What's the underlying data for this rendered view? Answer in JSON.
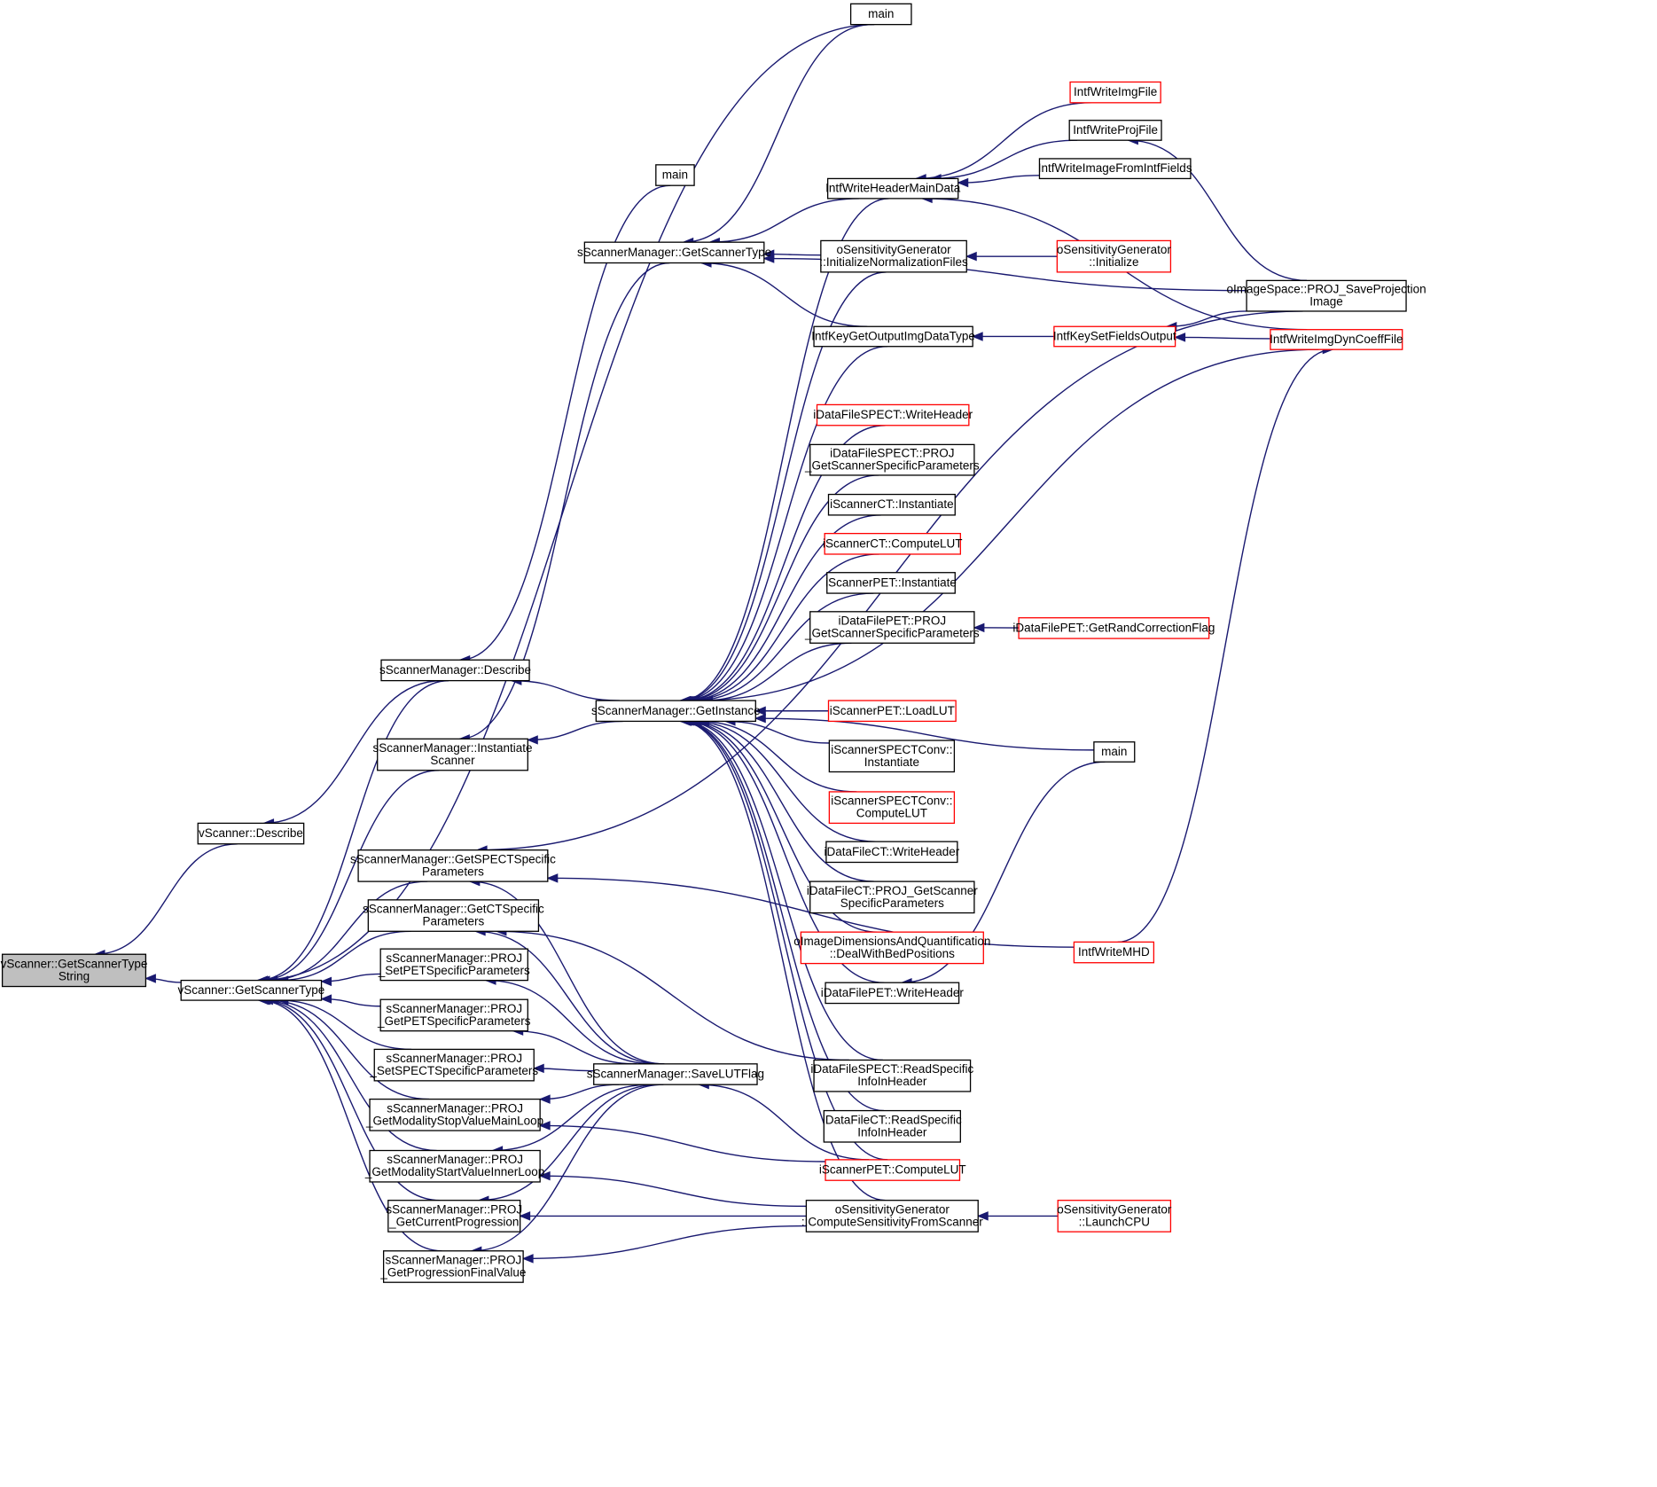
{
  "colors": {
    "edge": "#191970",
    "node_border": "#000000",
    "truncated_border": "#ff0000",
    "root_fill": "#bfbfbf",
    "background": "#ffffff"
  },
  "nodes": [
    {
      "id": "root",
      "lines": [
        "vScanner::GetScannerType",
        "String"
      ],
      "style": "root"
    },
    {
      "id": "vDescribe",
      "lines": [
        "vScanner::Describe"
      ],
      "style": "normal"
    },
    {
      "id": "vGST",
      "lines": [
        "vScanner::GetScannerType"
      ],
      "style": "normal"
    },
    {
      "id": "sDescribe",
      "lines": [
        "sScannerManager::Describe"
      ],
      "style": "normal"
    },
    {
      "id": "sInstantiate",
      "lines": [
        "sScannerManager::Instantiate",
        "Scanner"
      ],
      "style": "normal"
    },
    {
      "id": "sSPECTSpec",
      "lines": [
        "sScannerManager::GetSPECTSpecific",
        "Parameters"
      ],
      "style": "normal"
    },
    {
      "id": "sCTSpec",
      "lines": [
        "sScannerManager::GetCTSpecific",
        "Parameters"
      ],
      "style": "normal"
    },
    {
      "id": "sSetPET",
      "lines": [
        "sScannerManager::PROJ",
        "_SetPETSpecificParameters"
      ],
      "style": "normal"
    },
    {
      "id": "sGetPET",
      "lines": [
        "sScannerManager::PROJ",
        "_GetPETSpecificParameters"
      ],
      "style": "normal"
    },
    {
      "id": "sSetSPECT",
      "lines": [
        "sScannerManager::PROJ",
        "_SetSPECTSpecificParameters"
      ],
      "style": "normal"
    },
    {
      "id": "sStopMain",
      "lines": [
        "sScannerManager::PROJ",
        "_GetModalityStopValueMainLoop"
      ],
      "style": "normal"
    },
    {
      "id": "sStartInner",
      "lines": [
        "sScannerManager::PROJ",
        "_GetModalityStartValueInnerLoop"
      ],
      "style": "normal"
    },
    {
      "id": "sCurProg",
      "lines": [
        "sScannerManager::PROJ",
        "_GetCurrentProgression"
      ],
      "style": "normal"
    },
    {
      "id": "sFinalProg",
      "lines": [
        "sScannerManager::PROJ",
        "_GetProgressionFinalValue"
      ],
      "style": "normal"
    },
    {
      "id": "main1",
      "lines": [
        "main"
      ],
      "style": "normal"
    },
    {
      "id": "main2",
      "lines": [
        "main"
      ],
      "style": "normal"
    },
    {
      "id": "sGST",
      "lines": [
        "sScannerManager::GetScannerType"
      ],
      "style": "normal"
    },
    {
      "id": "sGetInstance",
      "lines": [
        "sScannerManager::GetInstance"
      ],
      "style": "normal"
    },
    {
      "id": "sSaveLUT",
      "lines": [
        "sScannerManager::SaveLUTFlag"
      ],
      "style": "normal"
    },
    {
      "id": "intfHeaderMain",
      "lines": [
        "IntfWriteHeaderMainData"
      ],
      "style": "normal"
    },
    {
      "id": "oSensInitNorm",
      "lines": [
        "oSensitivityGenerator",
        "::InitializeNormalizationFiles"
      ],
      "style": "normal"
    },
    {
      "id": "intfKeyGet",
      "lines": [
        "IntfKeyGetOutputImgDataType"
      ],
      "style": "normal"
    },
    {
      "id": "iDFSPECTWH",
      "lines": [
        "iDataFileSPECT::WriteHeader"
      ],
      "style": "red"
    },
    {
      "id": "iDFSPECTProj",
      "lines": [
        "iDataFileSPECT::PROJ",
        "_GetScannerSpecificParameters"
      ],
      "style": "normal"
    },
    {
      "id": "iSCTInst",
      "lines": [
        "iScannerCT::Instantiate"
      ],
      "style": "normal"
    },
    {
      "id": "iSCTLUT",
      "lines": [
        "iScannerCT::ComputeLUT"
      ],
      "style": "red"
    },
    {
      "id": "iSPETInst",
      "lines": [
        "iScannerPET::Instantiate"
      ],
      "style": "normal"
    },
    {
      "id": "iDFPETProj",
      "lines": [
        "iDataFilePET::PROJ",
        "_GetScannerSpecificParameters"
      ],
      "style": "normal"
    },
    {
      "id": "iSPETLoad",
      "lines": [
        "iScannerPET::LoadLUT"
      ],
      "style": "red"
    },
    {
      "id": "iSSCInst",
      "lines": [
        "iScannerSPECTConv::",
        "Instantiate"
      ],
      "style": "normal"
    },
    {
      "id": "iSSCLUT",
      "lines": [
        "iScannerSPECTConv::",
        "ComputeLUT"
      ],
      "style": "red"
    },
    {
      "id": "iDFCTWH",
      "lines": [
        "iDataFileCT::WriteHeader"
      ],
      "style": "normal"
    },
    {
      "id": "iDFCTProj",
      "lines": [
        "iDataFileCT::PROJ_GetScanner",
        "SpecificParameters"
      ],
      "style": "normal"
    },
    {
      "id": "oImgDim",
      "lines": [
        "oImageDimensionsAndQuantification",
        "::DealWithBedPositions"
      ],
      "style": "red"
    },
    {
      "id": "iDFPETWH",
      "lines": [
        "iDataFilePET::WriteHeader"
      ],
      "style": "normal"
    },
    {
      "id": "iDFSPECTRead",
      "lines": [
        "iDataFileSPECT::ReadSpecific",
        "InfoInHeader"
      ],
      "style": "normal"
    },
    {
      "id": "iDFCTRead",
      "lines": [
        "iDataFileCT::ReadSpecific",
        "InfoInHeader"
      ],
      "style": "normal"
    },
    {
      "id": "iSPETLUT",
      "lines": [
        "iScannerPET::ComputeLUT"
      ],
      "style": "red"
    },
    {
      "id": "oSensCompute",
      "lines": [
        "oSensitivityGenerator",
        "::ComputeSensitivityFromScanner"
      ],
      "style": "normal"
    },
    {
      "id": "intfImg",
      "lines": [
        "IntfWriteImgFile"
      ],
      "style": "red"
    },
    {
      "id": "intfProj",
      "lines": [
        "IntfWriteProjFile"
      ],
      "style": "normal"
    },
    {
      "id": "intfImgFields",
      "lines": [
        "IntfWriteImageFromIntfFields"
      ],
      "style": "normal"
    },
    {
      "id": "oSensInit",
      "lines": [
        "oSensitivityGenerator",
        "::Initialize"
      ],
      "style": "red"
    },
    {
      "id": "intfKeySet",
      "lines": [
        "IntfKeySetFieldsOutput"
      ],
      "style": "red"
    },
    {
      "id": "iDFPETRand",
      "lines": [
        "iDataFilePET::GetRandCorrectionFlag"
      ],
      "style": "red"
    },
    {
      "id": "main3",
      "lines": [
        "main"
      ],
      "style": "normal"
    },
    {
      "id": "intfMHD",
      "lines": [
        "IntfWriteMHD"
      ],
      "style": "red"
    },
    {
      "id": "oSensLaunch",
      "lines": [
        "oSensitivityGenerator",
        "::LaunchCPU"
      ],
      "style": "red"
    },
    {
      "id": "oImgSpace",
      "lines": [
        "oImageSpace::PROJ_SaveProjection",
        "Image"
      ],
      "style": "normal"
    },
    {
      "id": "intfDyn",
      "lines": [
        "IntfWriteImgDynCoeffFile"
      ],
      "style": "red"
    }
  ],
  "edges": [
    [
      "root",
      "vDescribe"
    ],
    [
      "root",
      "vGST"
    ],
    [
      "vDescribe",
      "sDescribe"
    ],
    [
      "vGST",
      "main1"
    ],
    [
      "vGST",
      "sDescribe"
    ],
    [
      "vGST",
      "sInstantiate"
    ],
    [
      "vGST",
      "sSPECTSpec"
    ],
    [
      "vGST",
      "sCTSpec"
    ],
    [
      "vGST",
      "sSetPET"
    ],
    [
      "vGST",
      "sGetPET"
    ],
    [
      "vGST",
      "sSetSPECT"
    ],
    [
      "vGST",
      "sStopMain"
    ],
    [
      "vGST",
      "sStartInner"
    ],
    [
      "vGST",
      "sCurProg"
    ],
    [
      "vGST",
      "sFinalProg"
    ],
    [
      "sDescribe",
      "main2"
    ],
    [
      "sDescribe",
      "sGetInstance"
    ],
    [
      "sInstantiate",
      "sGST"
    ],
    [
      "sInstantiate",
      "sGetInstance"
    ],
    [
      "sSPECTSpec",
      "oImgSpace"
    ],
    [
      "sSPECTSpec",
      "sSaveLUT"
    ],
    [
      "sSPECTSpec",
      "intfMHD"
    ],
    [
      "sCTSpec",
      "sSaveLUT"
    ],
    [
      "sCTSpec",
      "iDFSPECTRead"
    ],
    [
      "sSetPET",
      "sSaveLUT"
    ],
    [
      "sGetPET",
      "sSaveLUT"
    ],
    [
      "sSetSPECT",
      "sSaveLUT"
    ],
    [
      "sStopMain",
      "sSaveLUT"
    ],
    [
      "sStopMain",
      "iSPETLUT"
    ],
    [
      "sStartInner",
      "sSaveLUT"
    ],
    [
      "sStartInner",
      "oSensCompute"
    ],
    [
      "sCurProg",
      "sSaveLUT"
    ],
    [
      "sCurProg",
      "oSensCompute"
    ],
    [
      "sFinalProg",
      "sSaveLUT"
    ],
    [
      "sFinalProg",
      "oSensCompute"
    ],
    [
      "sGST",
      "main1"
    ],
    [
      "sGST",
      "intfHeaderMain"
    ],
    [
      "sGST",
      "oSensInitNorm"
    ],
    [
      "sGST",
      "intfKeyGet"
    ],
    [
      "sGST",
      "oImgSpace"
    ],
    [
      "sGetInstance",
      "intfHeaderMain"
    ],
    [
      "sGetInstance",
      "oSensInitNorm"
    ],
    [
      "sGetInstance",
      "intfKeyGet"
    ],
    [
      "sGetInstance",
      "iDFSPECTWH"
    ],
    [
      "sGetInstance",
      "iDFSPECTProj"
    ],
    [
      "sGetInstance",
      "iSCTInst"
    ],
    [
      "sGetInstance",
      "iSCTLUT"
    ],
    [
      "sGetInstance",
      "iSPETInst"
    ],
    [
      "sGetInstance",
      "iDFPETProj"
    ],
    [
      "sGetInstance",
      "iSPETLoad"
    ],
    [
      "sGetInstance",
      "iSSCInst"
    ],
    [
      "sGetInstance",
      "iSSCLUT"
    ],
    [
      "sGetInstance",
      "iDFCTWH"
    ],
    [
      "sGetInstance",
      "iDFCTProj"
    ],
    [
      "sGetInstance",
      "oImgDim"
    ],
    [
      "sGetInstance",
      "iDFPETWH"
    ],
    [
      "sGetInstance",
      "iDFSPECTRead"
    ],
    [
      "sGetInstance",
      "iDFCTRead"
    ],
    [
      "sGetInstance",
      "iSPETLUT"
    ],
    [
      "sGetInstance",
      "oSensCompute"
    ],
    [
      "sGetInstance",
      "main3"
    ],
    [
      "sGetInstance",
      "intfDyn"
    ],
    [
      "sSaveLUT",
      "iSPETLUT"
    ],
    [
      "intfHeaderMain",
      "intfImg"
    ],
    [
      "intfHeaderMain",
      "intfProj"
    ],
    [
      "intfHeaderMain",
      "intfImgFields"
    ],
    [
      "intfHeaderMain",
      "intfDyn"
    ],
    [
      "oSensInitNorm",
      "oSensInit"
    ],
    [
      "intfKeyGet",
      "intfKeySet"
    ],
    [
      "iDFPETProj",
      "iDFPETRand"
    ],
    [
      "iDFPETWH",
      "main3"
    ],
    [
      "oSensCompute",
      "oSensLaunch"
    ],
    [
      "intfProj",
      "oImgSpace"
    ],
    [
      "intfKeySet",
      "oImgSpace"
    ],
    [
      "intfKeySet",
      "intfDyn"
    ],
    [
      "intfDyn",
      "intfMHD"
    ]
  ]
}
